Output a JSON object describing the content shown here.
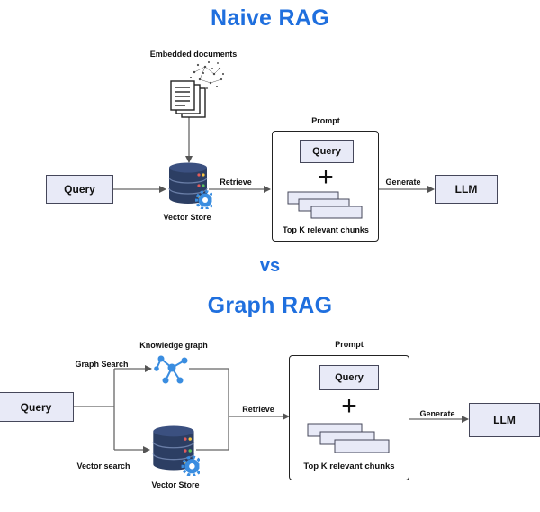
{
  "naive": {
    "title": "Naive RAG",
    "embedded_docs_label": "Embedded documents",
    "query": "Query",
    "retrieve": "Retrieve",
    "vector_store": "Vector Store",
    "prompt_label": "Prompt",
    "prompt_query": "Query",
    "plus": "+",
    "chunks_label": "Top K relevant chunks",
    "generate": "Generate",
    "llm": "LLM"
  },
  "vs": "vs",
  "graph": {
    "title": "Graph RAG",
    "knowledge_graph": "Knowledge graph",
    "graph_search": "Graph Search",
    "query": "Query",
    "vector_search": "Vector search",
    "vector_store": "Vector Store",
    "retrieve": "Retrieve",
    "prompt_label": "Prompt",
    "prompt_query": "Query",
    "plus": "+",
    "chunks_label": "Top K relevant chunks",
    "generate": "Generate",
    "llm": "LLM"
  },
  "colors": {
    "title": "#1f6fde",
    "box_fill": "#e8eaf7",
    "db_dark": "#2c3e63",
    "gear": "#3a8de0",
    "graph_icon": "#3a8de0"
  }
}
